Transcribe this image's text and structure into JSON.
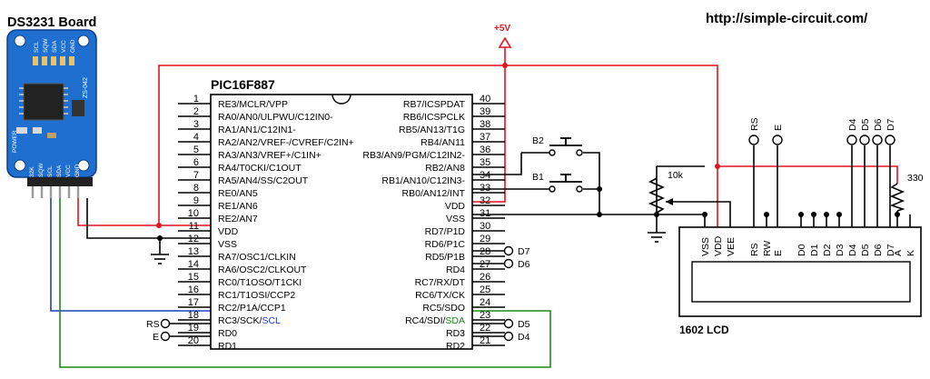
{
  "header": {
    "board_title": "DS3231 Board",
    "url": "http://simple-circuit.com/"
  },
  "power": {
    "label": "+5V"
  },
  "mcu": {
    "name": "PIC16F887",
    "left_pins": [
      {
        "num": "1",
        "name": "RE3/MCLR/VPP"
      },
      {
        "num": "2",
        "name": "RA0/AN0/ULPWU/C12IN0-"
      },
      {
        "num": "3",
        "name": "RA1/AN1/C12IN1-"
      },
      {
        "num": "4",
        "name": "RA2/AN2/VREF-/CVREF/C2IN+"
      },
      {
        "num": "5",
        "name": "RA3/AN3/VREF+/C1IN+"
      },
      {
        "num": "6",
        "name": "RA4/T0CKI/C1OUT"
      },
      {
        "num": "7",
        "name": "RA5/AN4/SS/C2OUT"
      },
      {
        "num": "8",
        "name": "RE0/AN5"
      },
      {
        "num": "9",
        "name": "RE1/AN6"
      },
      {
        "num": "10",
        "name": "RE2/AN7"
      },
      {
        "num": "11",
        "name": "VDD"
      },
      {
        "num": "12",
        "name": "VSS"
      },
      {
        "num": "13",
        "name": "RA7/OSC1/CLKIN"
      },
      {
        "num": "14",
        "name": "RA6/OSC2/CLKOUT"
      },
      {
        "num": "15",
        "name": "RC0/T1OSO/T1CKI"
      },
      {
        "num": "16",
        "name": "RC1/T1OSI/CCP2"
      },
      {
        "num": "17",
        "name": "RC2/P1A/CCP1"
      },
      {
        "num": "18",
        "name": "RC3/SCK/SCL"
      },
      {
        "num": "19",
        "name": "RD0"
      },
      {
        "num": "20",
        "name": "RD1"
      }
    ],
    "right_pins": [
      {
        "num": "40",
        "name": "RB7/ICSPDAT"
      },
      {
        "num": "39",
        "name": "RB6/ICSPCLK"
      },
      {
        "num": "38",
        "name": "RB5/AN13/T1G"
      },
      {
        "num": "37",
        "name": "RB4/AN11"
      },
      {
        "num": "36",
        "name": "RB3/AN9/PGM/C12IN2-"
      },
      {
        "num": "35",
        "name": "RB2/AN8"
      },
      {
        "num": "34",
        "name": "RB1/AN10/C12IN3-"
      },
      {
        "num": "33",
        "name": "RB0/AN12/INT"
      },
      {
        "num": "32",
        "name": "VDD"
      },
      {
        "num": "31",
        "name": "VSS"
      },
      {
        "num": "30",
        "name": "RD7/P1D"
      },
      {
        "num": "29",
        "name": "RD6/P1C"
      },
      {
        "num": "28",
        "name": "RD5/P1B"
      },
      {
        "num": "27",
        "name": "RD4"
      },
      {
        "num": "26",
        "name": "RC7/RX/DT"
      },
      {
        "num": "25",
        "name": "RC6/TX/CK"
      },
      {
        "num": "24",
        "name": "RC5/SDO"
      },
      {
        "num": "23",
        "name": "RC4/SDI/SDA"
      },
      {
        "num": "22",
        "name": "RD3"
      },
      {
        "num": "21",
        "name": "RD2"
      }
    ]
  },
  "net_labels": {
    "rs_left": "RS",
    "e_left": "E",
    "d7": "D7",
    "d6": "D6",
    "d5": "D5",
    "d4": "D4",
    "rs_top": "RS",
    "e_top": "E",
    "d4_top": "D4",
    "d5_top": "D5",
    "d6_top": "D6",
    "d7_top": "D7"
  },
  "buttons": {
    "b1": "B1",
    "b2": "B2"
  },
  "potentiometer": {
    "label": "10k"
  },
  "resistor": {
    "label": "330"
  },
  "lcd": {
    "name": "1602 LCD",
    "pins": [
      "VSS",
      "VDD",
      "VEE",
      "RS",
      "RW",
      "E",
      "D0",
      "D1",
      "D2",
      "D3",
      "D4",
      "D5",
      "D6",
      "D7",
      "A",
      "K"
    ]
  },
  "rtc_module": {
    "top_labels": [
      "SCL",
      "SQW",
      "SDA",
      "VCC",
      "GND"
    ],
    "side_label": "ZS-042",
    "bottom_labels": [
      "32K",
      "SQW",
      "SCL",
      "SDA",
      "VCC",
      "GND"
    ],
    "power_label": "POWER"
  },
  "colors": {
    "vdd": "#e0141e",
    "scl": "#1f3fbf",
    "sda": "#1a8a1a",
    "wire": "#000000",
    "board": "#1f6fd1"
  }
}
